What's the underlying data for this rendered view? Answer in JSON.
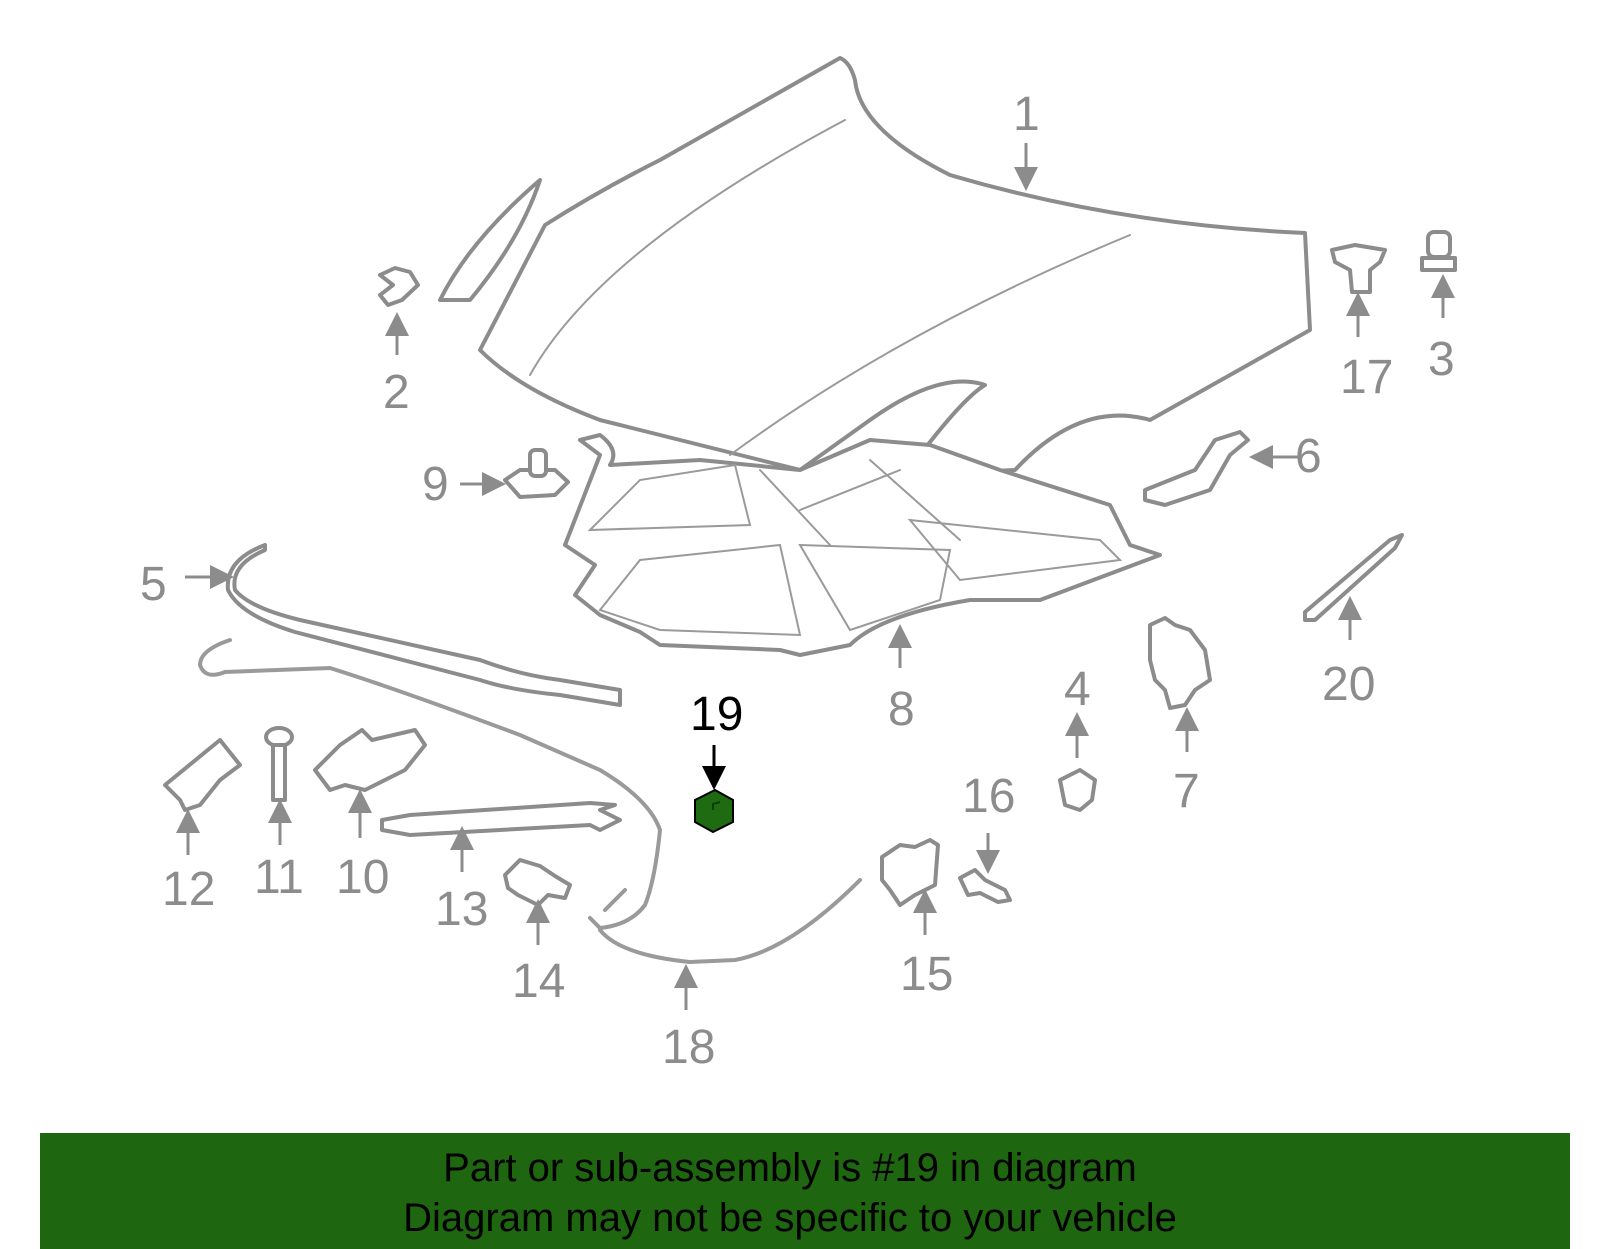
{
  "diagram": {
    "highlighted_part": "19",
    "highlight_color": "#1e6b12",
    "callouts": [
      "1",
      "2",
      "3",
      "4",
      "5",
      "6",
      "7",
      "8",
      "9",
      "10",
      "11",
      "12",
      "13",
      "14",
      "15",
      "16",
      "17",
      "18",
      "19",
      "20"
    ]
  },
  "footer": {
    "background": "#1f6610",
    "line1": "Part or sub-assembly is #19 in diagram",
    "line2": "Diagram may not be specific to your vehicle"
  }
}
